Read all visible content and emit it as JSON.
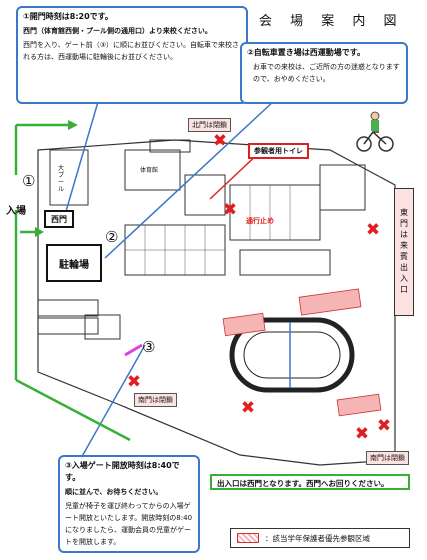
{
  "title": "会 場 案 内 図",
  "callout1": {
    "head": "①開門時刻は8:20です。",
    "line1": "西門（体育館西側・プール側の通用口）より来校ください。",
    "line2": "西門を入り、ゲート前（③）に順にお並びください。自転車で来校される方は、西運動場に駐輪後にお並びください。"
  },
  "callout2": {
    "head": "②自転車置き場は西運動場です。",
    "body": "お車での来校は、ご近所の方の迷惑となりますので、おやめください。"
  },
  "callout3": {
    "head": "③入場ゲート開放時刻は8:40です。",
    "line1": "順に並んで、お待ちください。",
    "body": "児童が椅子を運び終わってからの入場ゲート開放といたします。開放時刻の8:40になりましたら、運動会員の児童がゲートを開放します。"
  },
  "labels": {
    "entrance": "入場",
    "circle1": "①",
    "circle2": "②",
    "circle3": "③",
    "west_gate": "西門",
    "bike_parking": "駐輪場",
    "north_gate_closed": "北門は閉鎖",
    "south_gate_closed": "南門は閉鎖",
    "south_gate_closed2": "南門は閉鎖",
    "east_gate": "東門は来賓出入口",
    "toilet": "参観者用トイレ",
    "no_entry": "通行止め",
    "pool": "大プール",
    "gym": "体育館",
    "exit_note": "出入口は西門となります。西門へお回りください。",
    "legend": "：該当学年保護者優先参観区域"
  },
  "colors": {
    "callout_border": "#3a78c8",
    "arrow": "#38b038",
    "closed": "#e02020",
    "zone": "#f5b5b5"
  }
}
